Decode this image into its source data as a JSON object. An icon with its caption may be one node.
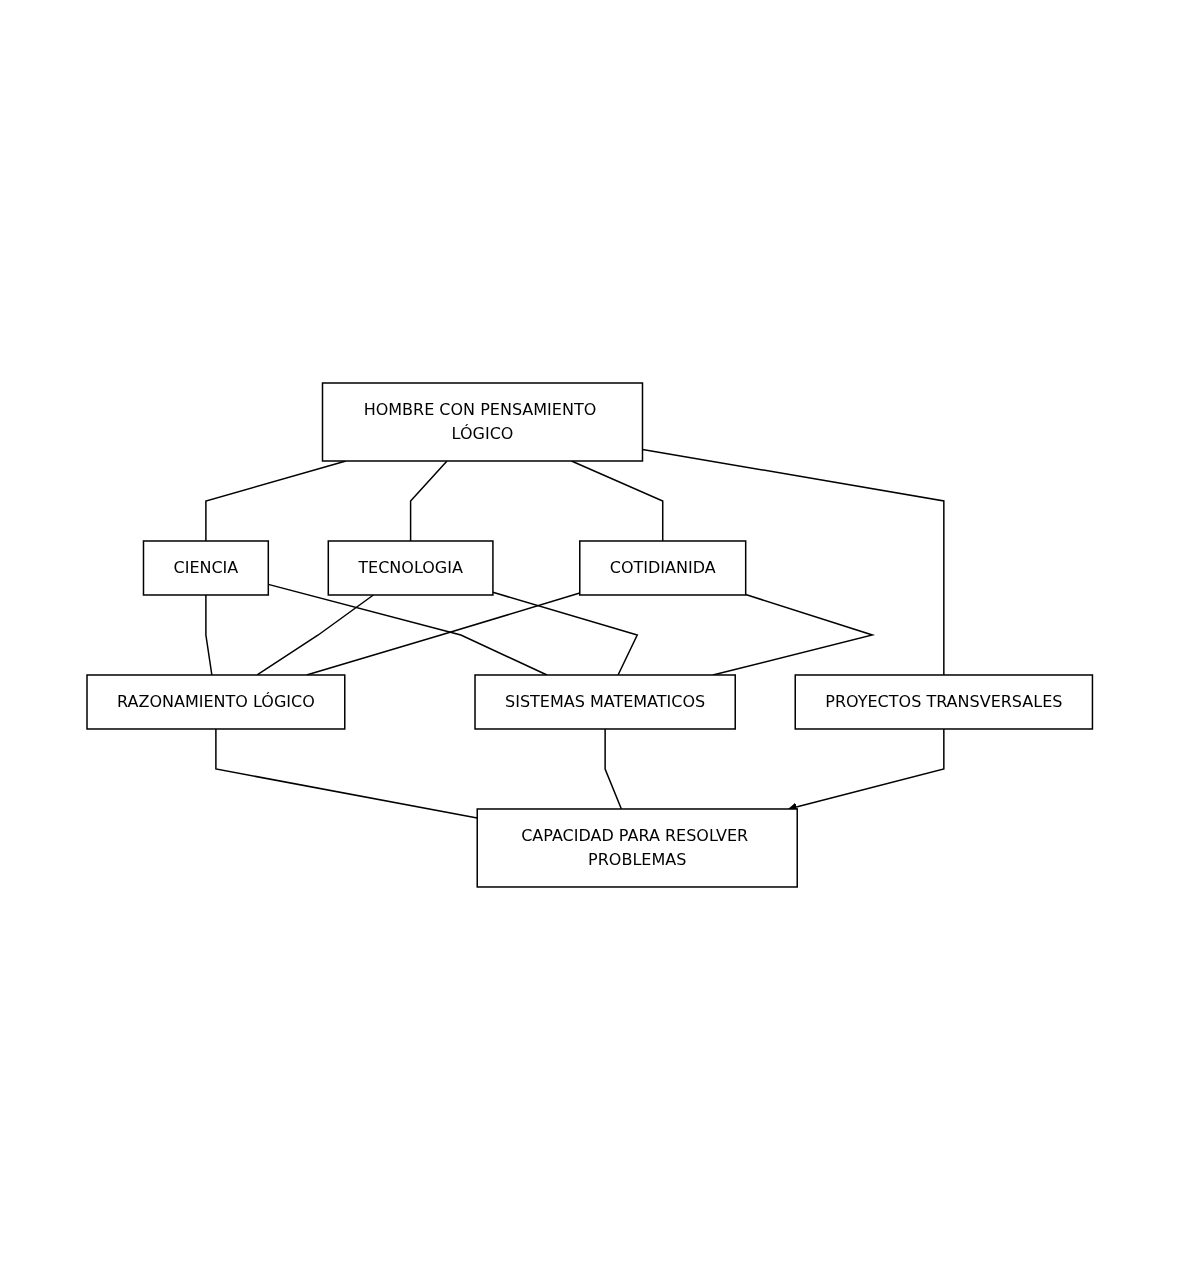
{
  "diagram": {
    "nodes": [
      {
        "text": [
          "HOMBRE CON PENSAMIENTO LÓGICO"
        ]
      },
      {
        "text": [
          "CIENCIA"
        ]
      },
      {
        "text": [
          "TECNOLOGIA"
        ]
      },
      {
        "text": [
          "COTIDIANIDA"
        ]
      },
      {
        "text": [
          "RAZONAMIENTO LÓGICO"
        ]
      },
      {
        "text": [
          "SISTEMAS MATEMATICOS"
        ]
      },
      {
        "text": [
          "CAPACIDAD PARA RESOLVER PROBLEMAS"
        ]
      },
      {
        "text": [
          "PROYECTOS TRANSVERSALES"
        ]
      }
    ],
    "edges": [
      {
        "from": 0,
        "to": 1,
        "arrow": "none"
      },
      {
        "from": 0,
        "to": 2,
        "arrow": "none"
      },
      {
        "from": 0,
        "to": 3,
        "arrow": "none"
      },
      {
        "from": 1,
        "to": 4,
        "arrow": "none"
      },
      {
        "from": 1,
        "to": 5,
        "arrow": "none"
      },
      {
        "from": 2,
        "to": 4,
        "arrow": "none"
      },
      {
        "from": 2,
        "to": 5,
        "arrow": "none"
      },
      {
        "from": 3,
        "to": 4,
        "arrow": "none"
      },
      {
        "from": 3,
        "to": 5,
        "arrow": "none"
      },
      {
        "from": 4,
        "to": 6,
        "arrow": "none"
      },
      {
        "from": 5,
        "to": 6,
        "arrow": "none"
      },
      {
        "from": 7,
        "to": 6,
        "arrow": "to"
      },
      {
        "from": 0,
        "to": 7,
        "arrow": "none"
      }
    ]
  }
}
